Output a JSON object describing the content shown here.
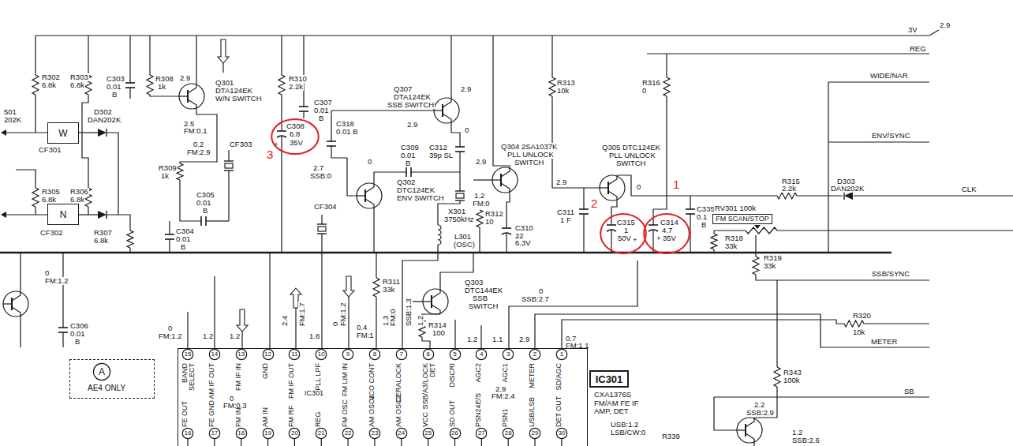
{
  "diagram": {
    "nodes": [
      {
        "text": [
          "W"
        ]
      },
      {
        "text": [
          "N"
        ]
      },
      {
        "text": [
          "AE4 ONLY"
        ]
      },
      {
        "text": [
          "A"
        ],
        "in": 2
      },
      {
        "text": [
          "C308",
          "6.8",
          "+",
          "35V"
        ]
      },
      {
        "text": [
          "C315",
          "1",
          "50V",
          "+"
        ]
      },
      {
        "text": [
          "C314",
          "4.7",
          "+",
          "35V"
        ]
      },
      {
        "text": [
          "FM SCAN/STOP"
        ]
      },
      {
        "text": [
          "BAND SELECT",
          "AM IF OUT",
          "FM IF IN",
          "GND",
          "FM IF OUT",
          "PLL LPF",
          "FM LIM IN",
          "VCO CONT",
          "CERALOCK",
          "SSB/A3/LOCK DET",
          "DISCRI",
          "AGC2",
          "AGC1",
          "METER",
          "SD/AGC",
          "FE OUT",
          "FE GND",
          "FM IN",
          "AM IN",
          "FM RF",
          "REG",
          "FM OSC",
          "AM OSC1",
          "AM OSC2",
          "VCC",
          "SD OUT",
          "PSN24E/S",
          "PSN1",
          "USB/LSB",
          "DET OUT",
          "IC301"
        ]
      },
      {
        "text": [
          "IC301"
        ]
      },
      {
        "text": [
          "15"
        ]
      },
      {
        "text": [
          "14"
        ]
      },
      {
        "text": [
          "13"
        ]
      },
      {
        "text": [
          "12"
        ]
      },
      {
        "text": [
          "11"
        ]
      },
      {
        "text": [
          "10"
        ]
      },
      {
        "text": [
          "9"
        ]
      },
      {
        "text": [
          "8"
        ]
      },
      {
        "text": [
          "7"
        ]
      },
      {
        "text": [
          "6"
        ]
      },
      {
        "text": [
          "5"
        ]
      },
      {
        "text": [
          "4"
        ]
      },
      {
        "text": [
          "3"
        ]
      },
      {
        "text": [
          "2"
        ]
      },
      {
        "text": [
          "1"
        ]
      },
      {
        "text": [
          "16"
        ]
      },
      {
        "text": [
          "17"
        ]
      },
      {
        "text": [
          "18"
        ]
      },
      {
        "text": [
          "19"
        ]
      },
      {
        "text": [
          "20"
        ]
      },
      {
        "text": [
          "21"
        ]
      },
      {
        "text": [
          "22"
        ]
      },
      {
        "text": [
          "23"
        ]
      },
      {
        "text": [
          "24"
        ]
      },
      {
        "text": [
          "25"
        ]
      },
      {
        "text": [
          "26"
        ]
      },
      {
        "text": [
          "27"
        ]
      },
      {
        "text": [
          "28"
        ]
      },
      {
        "text": [
          "29"
        ]
      },
      {
        "text": [
          "30"
        ]
      }
    ],
    "labels": [
      "3V",
      "2.9",
      "REG",
      "WIDE/NAR",
      "ENV/SYNC",
      "CLK",
      "SSB/SYNC",
      "METER",
      "SB",
      "501",
      "202K",
      "R302",
      "6.8k",
      "R303",
      "6.8k",
      "C303",
      "0.01",
      "B",
      "R308",
      "1k",
      "2.9",
      "Q301",
      "DTA124EK",
      "W/N SWITCH",
      "D302",
      "DAN202K",
      "2.5",
      "FM:0.1",
      "0.2",
      "FM:2.9",
      "CF301",
      "R309",
      "1k",
      "CF303",
      "R305",
      "6.8k",
      "R306",
      "6.8k",
      "C305",
      "0.01",
      "B",
      "CF302",
      "R307",
      "6.8k",
      "C304",
      "0.01",
      "B",
      "R310",
      "2.2k",
      "C307",
      "0.01",
      "B",
      "3",
      "2.7",
      "SSB:0",
      "CF304",
      "Q307",
      "DTA124EK",
      "SSB SWITCH",
      "2.9",
      "C318",
      "0.01 B",
      "2.9",
      "0",
      "C309",
      "0.01",
      "B",
      "C312",
      "39p SL",
      "0",
      "Q302",
      "DTC124EK",
      "ENV SWITCH",
      "2.9",
      "Q304 2SA1037K",
      "PLL UNLOCK",
      "SWITCH",
      "1.2",
      "FM:0",
      "R312",
      "10",
      "X301",
      "3750kHz",
      "L301",
      "(OSC)",
      "C310",
      "22",
      "6.3V",
      "R311",
      "33k",
      "Q303",
      "DTC144EK",
      "SSB",
      "SWITCH",
      "R314",
      "100",
      "0",
      "SSB:2.7",
      "R313",
      "10k",
      "R316",
      "0",
      "Q305 DTC124EK",
      "PLL UNLOCK",
      "SWITCH",
      "2.9",
      "0",
      "C311",
      "1 F",
      "2",
      "1",
      "C335",
      "0.1",
      "B",
      "R315",
      "2.2k",
      "D303",
      "DAN202K",
      "RV301 100k",
      "R318",
      "33k",
      "R319",
      "33k",
      "R320",
      "10k",
      "R343",
      "100k",
      "2.2",
      "SSB:2.9",
      "1.2",
      "SSB:2.6",
      "R339",
      "USB:1.2",
      "LSB/CW:0",
      "CXA1376S",
      "FM/AM FE IF AMP, DET",
      "0",
      "FM:1.2",
      "C306",
      "0.01",
      "B",
      "0",
      "FM:1.2",
      "1.2",
      "1.2",
      "2.4",
      "FM:1.7",
      "1.8",
      "0",
      "FM:1.2",
      "0.4",
      "FM:1",
      "1.3",
      "FM:0",
      "SSB:1.3",
      "1.2",
      "1.2",
      "1.1",
      "2.9",
      "0.7",
      "FM:1.1",
      "0",
      "FM:0.3",
      "2.9",
      "FM:2.4"
    ]
  }
}
